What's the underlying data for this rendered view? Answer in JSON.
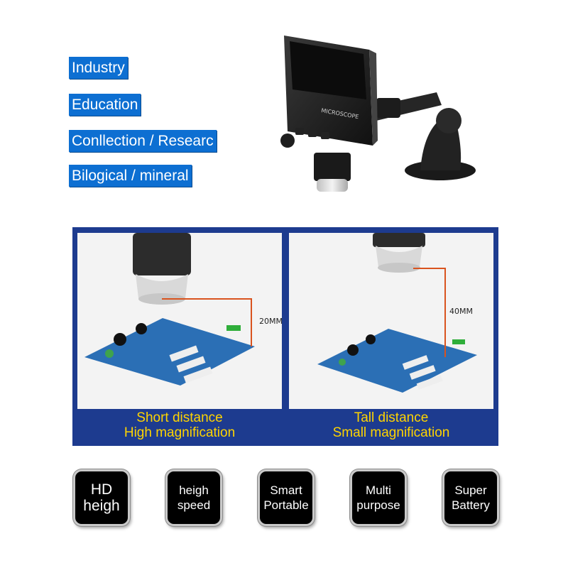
{
  "tags": [
    "Industry",
    "Education",
    "Conllection / Researc",
    "Bilogical / mineral"
  ],
  "product": {
    "screen_text": "MICROSCOPE"
  },
  "comparison": {
    "left": {
      "distance": "20MM",
      "caption_line1": "Short distance",
      "caption_line2": "High magnification"
    },
    "right": {
      "distance": "40MM",
      "caption_line1": "Tall distance",
      "caption_line2": "Small magnification"
    }
  },
  "badges": [
    {
      "line1": "HD",
      "line2": "heigh"
    },
    {
      "line1": "heigh",
      "line2": "speed"
    },
    {
      "line1": "Smart",
      "line2": "Portable"
    },
    {
      "line1": "Multi",
      "line2": "purpose"
    },
    {
      "line1": "Super",
      "line2": "Battery"
    }
  ],
  "colors": {
    "tag_bg": "#0d6fd2",
    "panel_bg": "#1d3b8f",
    "caption_text": "#ffd400",
    "badge_bg": "#000000",
    "measure_line": "#d9531e",
    "pcb": "#2b6fb5"
  }
}
